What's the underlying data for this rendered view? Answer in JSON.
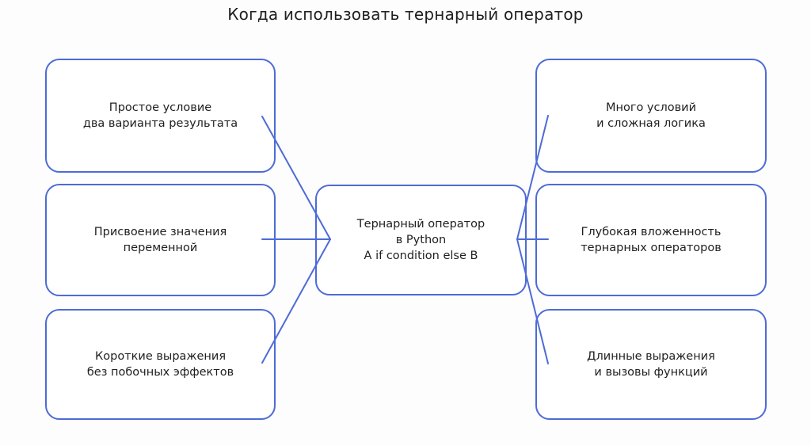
{
  "title": "Когда использовать тернарный оператор",
  "colors": {
    "line": "#4d6bd6",
    "text": "#1f1f1f",
    "background": "#fdfdfd",
    "box_fill": "#ffffff"
  },
  "center_node": {
    "lines": [
      "Тернарный оператор",
      "в Python",
      "A if condition else B"
    ]
  },
  "left_nodes": [
    {
      "lines": [
        "Простое условие",
        "два варианта результата"
      ]
    },
    {
      "lines": [
        "Присвоение значения",
        "переменной"
      ]
    },
    {
      "lines": [
        "Короткие выражения",
        "без побочных эффектов"
      ]
    }
  ],
  "right_nodes": [
    {
      "lines": [
        "Много условий",
        "и сложная логика"
      ]
    },
    {
      "lines": [
        "Глубокая вложенность",
        "тернарных операторов"
      ]
    },
    {
      "lines": [
        "Длинные выражения",
        "и вызовы функций"
      ]
    }
  ]
}
